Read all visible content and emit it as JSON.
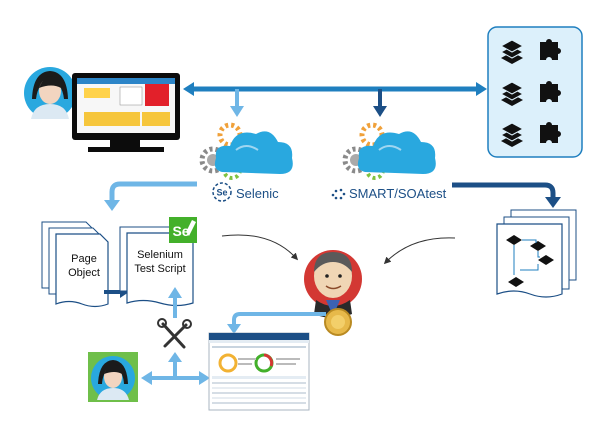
{
  "tools": {
    "selenic": {
      "badge": "Se",
      "name": "Selenic"
    },
    "smart": {
      "name": "SMART/SOAtest"
    }
  },
  "documents": {
    "page_object": {
      "line1": "Page",
      "line2": "Object"
    },
    "test_script": {
      "line1": "Selenium",
      "line2": "Test Script",
      "badge": "Se"
    }
  },
  "colors": {
    "primary_blue": "#1f7fbf",
    "dark_blue": "#1c4f86",
    "arrow_light": "#6fb6e6",
    "panel_fill": "#dcf0fb",
    "cloud": "#29a8df",
    "selenium_green": "#43b02a",
    "jenkins_red": "#d33833"
  },
  "icons": [
    "person-icon",
    "monitor-icon",
    "layers-icon",
    "puzzle-icon",
    "gear-icon",
    "cloud-icon",
    "jenkins-icon",
    "tools-icon",
    "report-icon",
    "flowchart-icon"
  ]
}
